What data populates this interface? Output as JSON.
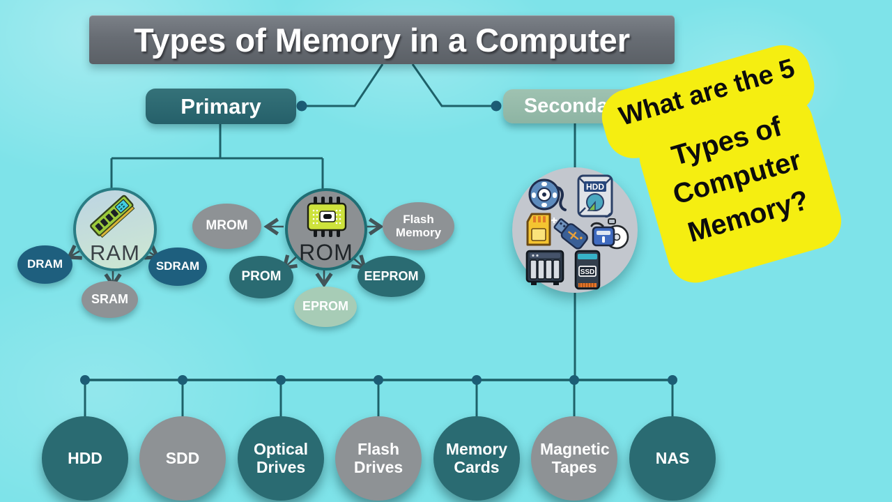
{
  "title": "Types of Memory in a Computer",
  "sticker": {
    "line1": "What are the 5",
    "line2": "Types of",
    "line3": "Computer",
    "line4": "Memory?"
  },
  "branches": {
    "primary": "Primary",
    "secondary": "Secondary"
  },
  "primary_tree": {
    "ram": {
      "label": "RAM",
      "children": {
        "dram": "DRAM",
        "sram": "SRAM",
        "sdram": "SDRAM"
      }
    },
    "rom": {
      "label": "ROM",
      "children": {
        "mrom": "MROM",
        "prom": "PROM",
        "eprom": "EPROM",
        "eeprom": "EEPROM",
        "flash": "Flash Memory"
      }
    }
  },
  "secondary_cluster_icons": {
    "hdd_label": "HDD",
    "ssd_label": "SSD"
  },
  "secondary_types": [
    "HDD",
    "SDD",
    "Optical Drives",
    "Flash Drives",
    "Memory Cards",
    "Magnetic Tapes",
    "NAS"
  ],
  "colors": {
    "background": "#7ee3e9",
    "title_bar_gray": "#686d74",
    "primary_teal": "#2a6b72",
    "secondary_sage": "#8db4a3",
    "node_dark_blue": "#1e5f7e",
    "node_gray": "#8e9295",
    "node_sage": "#a7ccb6",
    "connector_teal": "#1d6169",
    "sticker_yellow": "#f5ee11"
  }
}
